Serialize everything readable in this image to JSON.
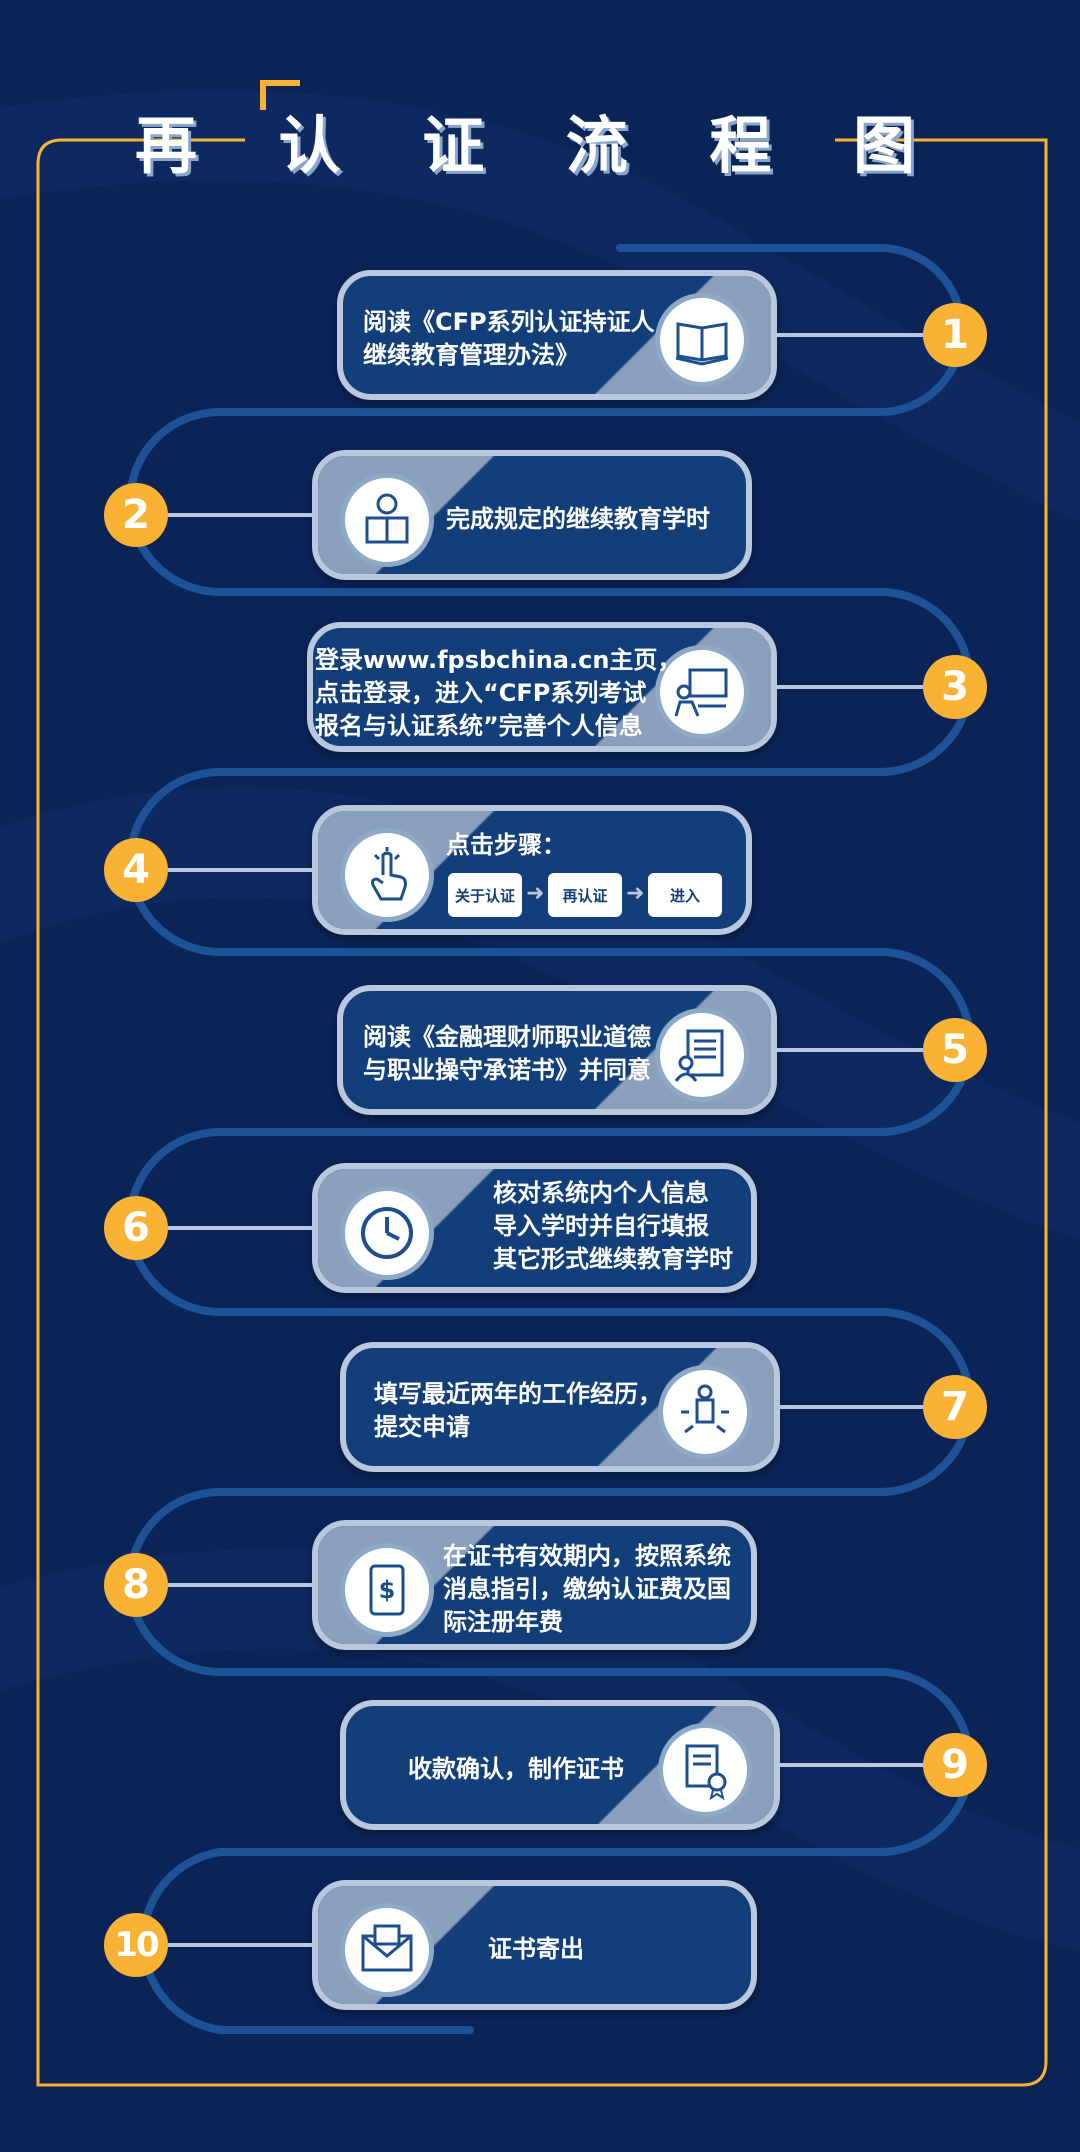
{
  "title": "再 认 证 流 程 图",
  "colors": {
    "background": "#0b2458",
    "accent": "#f9b234",
    "card": "#123f7a",
    "border": "#b9c8dc"
  },
  "steps": [
    {
      "number": "1",
      "icon": "book-icon",
      "lines": [
        "阅读《CFP系列认证持证人",
        "继续教育管理办法》"
      ]
    },
    {
      "number": "2",
      "icon": "reader-icon",
      "lines": [
        "完成规定的继续教育学时"
      ]
    },
    {
      "number": "3",
      "icon": "computer-user-icon",
      "lines": [
        "登录www.fpsbchina.cn主页，",
        "点击登录，进入“CFP系列考试",
        "报名与认证系统”完善个人信息"
      ]
    },
    {
      "number": "4",
      "icon": "pointing-hand-icon",
      "lines": [
        "点击步骤："
      ],
      "buttons": [
        "关于认证",
        "再认证",
        "进入"
      ]
    },
    {
      "number": "5",
      "icon": "document-person-icon",
      "lines": [
        "阅读《金融理财师职业道德",
        "与职业操守承诺书》并同意"
      ]
    },
    {
      "number": "6",
      "icon": "clock-icon",
      "lines": [
        "核对系统内个人信息",
        "导入学时并自行填报",
        "其它形式继续教育学时"
      ]
    },
    {
      "number": "7",
      "icon": "businessman-icon",
      "lines": [
        "填写最近两年的工作经历，",
        "提交申请"
      ]
    },
    {
      "number": "8",
      "icon": "dollar-scroll-icon",
      "lines": [
        "在证书有效期内，按照系统",
        "消息指引，缴纳认证费及国",
        "际注册年费"
      ]
    },
    {
      "number": "9",
      "icon": "certificate-icon",
      "lines": [
        "收款确认，制作证书"
      ]
    },
    {
      "number": "10",
      "icon": "envelope-icon",
      "lines": [
        "证书寄出"
      ]
    }
  ]
}
